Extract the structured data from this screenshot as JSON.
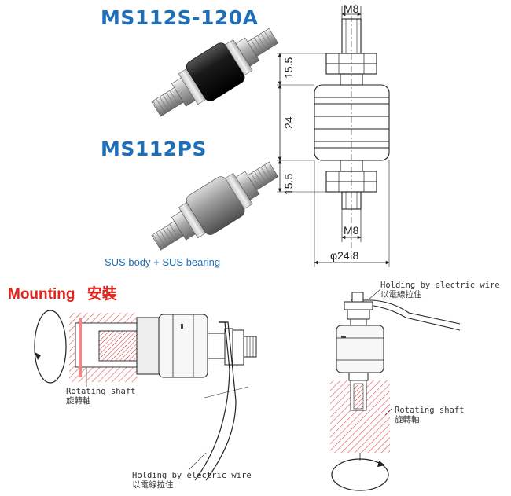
{
  "products": {
    "model_a": "MS112S-120A",
    "model_b": "MS112PS",
    "material_caption": "SUS body + SUS bearing"
  },
  "drawing": {
    "thread_top": "M8",
    "thread_bottom": "M8",
    "dim_upper": "15.5",
    "dim_middle": "24",
    "dim_lower": "15.5",
    "diameter": "φ24.8"
  },
  "mounting": {
    "title": "Mounting",
    "title_cn": "安裝",
    "left_shaft_en": "Rotating shaft",
    "left_shaft_cn": "旋轉軸",
    "left_wire_en": "Holding by electric wire",
    "left_wire_cn": "以電線拉住",
    "right_wire_en": "Holding by electric wire",
    "right_wire_cn": "以電線拉住",
    "right_shaft_en": "Rotating shaft",
    "right_shaft_cn": "旋轉軸"
  },
  "colors": {
    "brand_blue": "#1f6fb8",
    "accent_red": "#e0231c",
    "hatch_red": "#e05050"
  }
}
